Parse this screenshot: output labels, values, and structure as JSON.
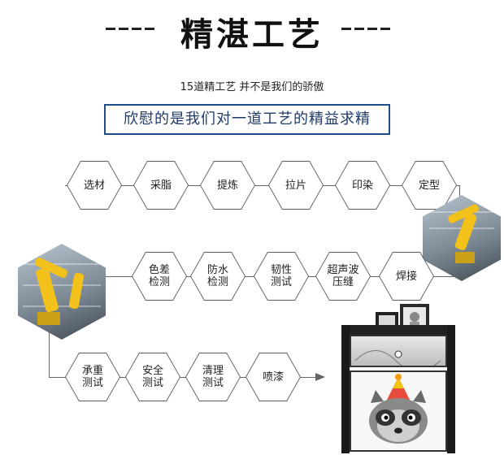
{
  "header": {
    "title": "精湛工艺",
    "subtitle": "15道精工艺 并不是我们的骄傲",
    "slogan": "欣慰的是我们对一道工艺的精益求精"
  },
  "process": {
    "row1": [
      "选材",
      "采脂",
      "提炼",
      "拉片",
      "印染",
      "定型"
    ],
    "row2": [
      "色差\n检测",
      "防水\n检测",
      "韧性\n测试",
      "超声波\n压缝",
      "焊接"
    ],
    "row3": [
      "承重\n测试",
      "安全\n测试",
      "清理\n测试",
      "喷漆"
    ]
  },
  "colors": {
    "accent": "#1f4e8c",
    "line": "#666666",
    "robot": "#f2c21b"
  }
}
